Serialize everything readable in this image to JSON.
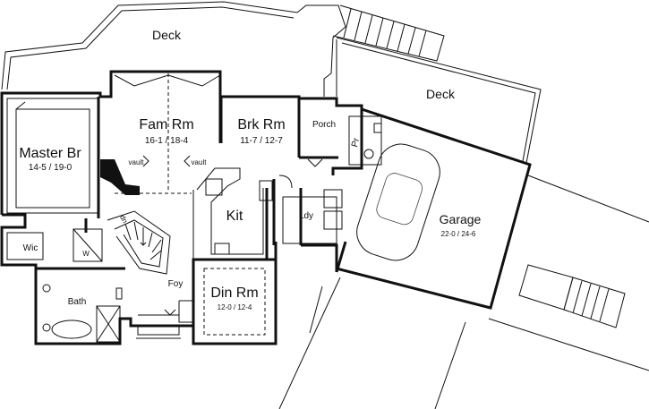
{
  "plan": {
    "rooms": {
      "deck_rear": {
        "name": "Deck"
      },
      "deck_side": {
        "name": "Deck"
      },
      "master": {
        "name": "Master Br",
        "dims": "14-5 / 19-0"
      },
      "family": {
        "name": "Fam Rm",
        "dims": "16-1 / 18-4"
      },
      "breakfast": {
        "name": "Brk Rm",
        "dims": "11-7 / 12-7"
      },
      "porch": {
        "name": "Porch"
      },
      "powder": {
        "name": "Pr"
      },
      "kitchen": {
        "name": "Kit"
      },
      "laundry": {
        "name": "Ldy"
      },
      "garage": {
        "name": "Garage",
        "dims": "22-0 / 24-6"
      },
      "wic": {
        "name": "Wic"
      },
      "bath": {
        "name": "Bath"
      },
      "foyer": {
        "name": "Foy"
      },
      "dining": {
        "name": "Din Rm",
        "dims": "12-0 / 12-4"
      }
    },
    "notes": {
      "vault_left": "vault",
      "vault_right": "vault",
      "stair_dn": "dn",
      "washer": "W"
    }
  }
}
